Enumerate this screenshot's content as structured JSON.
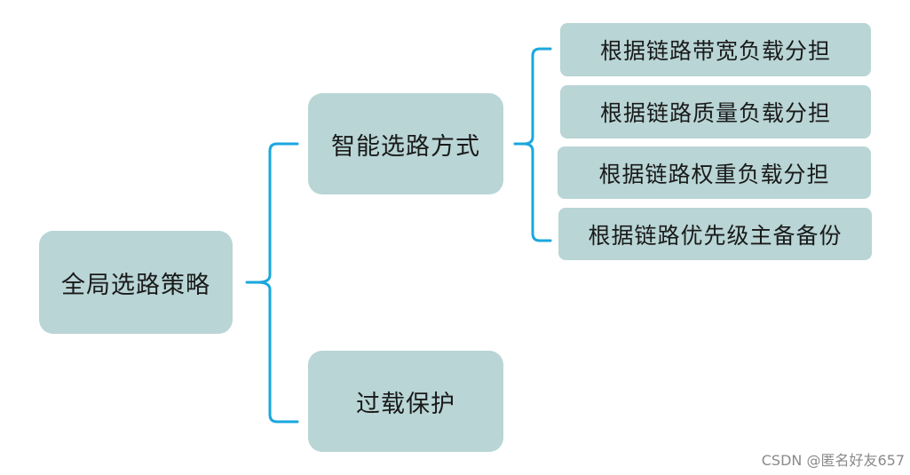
{
  "diagram": {
    "root": {
      "label": "全局选路策略"
    },
    "branches": [
      {
        "label": "智能选路方式",
        "children": [
          "根据链路带宽负载分担",
          "根据链路质量负载分担",
          "根据链路权重负载分担",
          "根据链路优先级主备备份"
        ]
      },
      {
        "label": "过载保护"
      }
    ],
    "colors": {
      "node_fill": "#b9d5d5",
      "connector": "#1aa7de",
      "text": "#1a1a1a"
    }
  },
  "watermark": "CSDN @匿名好友657"
}
